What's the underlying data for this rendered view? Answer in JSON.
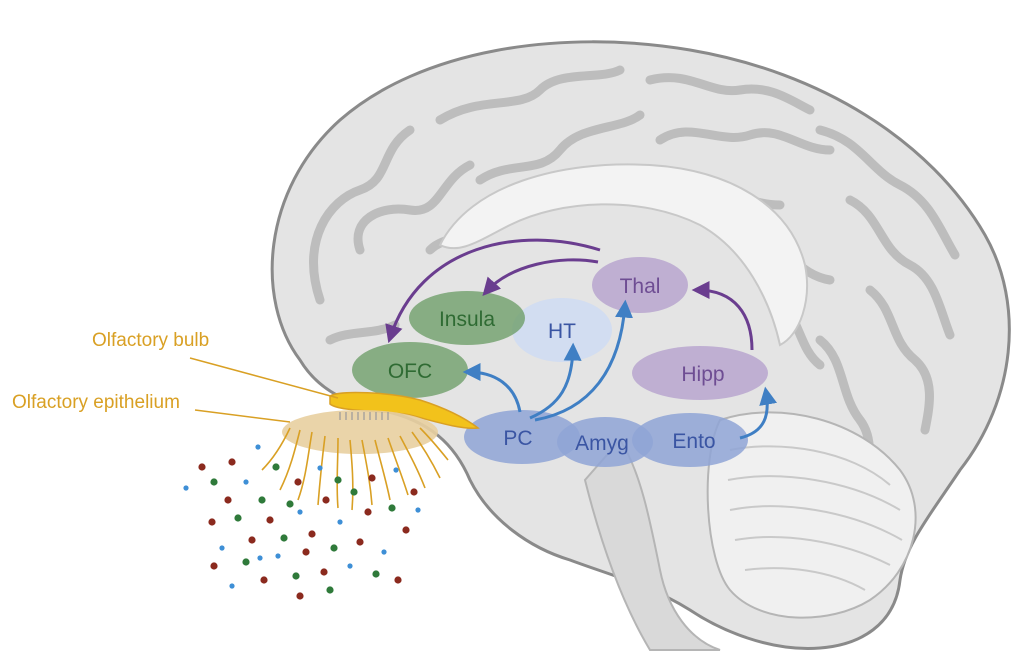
{
  "labels": {
    "olfactory_bulb": "Olfactory bulb",
    "olfactory_epithelium": "Olfactory epithelium"
  },
  "regions": {
    "thal": "Thal",
    "insula": "Insula",
    "ht": "HT",
    "ofc": "OFC",
    "hipp": "Hipp",
    "pc": "PC",
    "amyg": "Amyg",
    "ento": "Ento"
  },
  "colors": {
    "purple_region": "#b9a6cf",
    "purple_text": "#6e4d93",
    "purple_arrow": "#6a3d8f",
    "green_region": "#6f9f6a",
    "green_text": "#2f6b33",
    "blue_region": "#8fa4d6",
    "blue_text": "#3a55a3",
    "blue_arrow": "#3f7fc4",
    "ht_region": "#cfdcf2",
    "olfactory_orange": "#d9a024",
    "bulb_yellow": "#f2c21b",
    "epithelium_tan": "#e8cfa0",
    "odor_red": "#8b2a1e",
    "odor_green": "#2f7a3a",
    "odor_blue": "#3e8fd6"
  }
}
